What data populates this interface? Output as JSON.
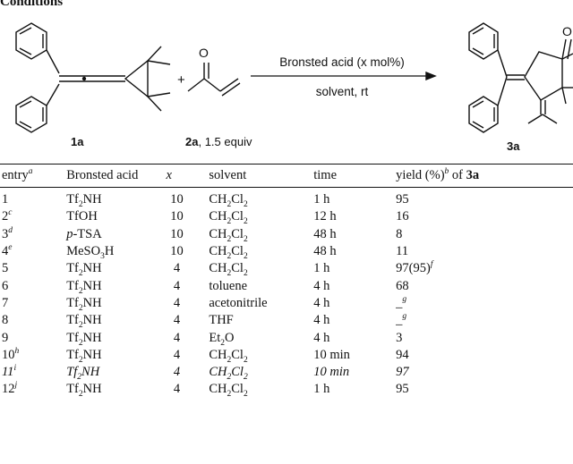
{
  "title": "Conditions",
  "scheme": {
    "reactant1_label": "1a",
    "reactant2_label": "2a",
    "reactant2_equiv": ", 1.5 equiv",
    "product_label": "3a",
    "plus": "+",
    "o_atom": "O",
    "conditions_top": "Bronsted acid (x mol%)",
    "conditions_bottom": "solvent, rt"
  },
  "table": {
    "headers": {
      "entry": "entry",
      "entry_sup": "a",
      "acid": "Bronsted acid",
      "x": "x",
      "solvent": "solvent",
      "time": "time",
      "yield": "yield (%)",
      "yield_sup": "b",
      "yield_of": " of ",
      "yield_compound": "3a"
    },
    "rows": [
      {
        "entry": "1",
        "entry_sup": "",
        "acid": "Tf",
        "acid_sub": "2",
        "acid_tail": "NH",
        "x": "10",
        "solvent": "CH",
        "solvent_sub": "2",
        "solvent_mid": "Cl",
        "solvent_sub2": "2",
        "time": "1 h",
        "yield": "95",
        "yield_sup": ""
      },
      {
        "entry": "2",
        "entry_sup": "c",
        "acid": "TfOH",
        "acid_sub": "",
        "acid_tail": "",
        "x": "10",
        "solvent": "CH",
        "solvent_sub": "2",
        "solvent_mid": "Cl",
        "solvent_sub2": "2",
        "time": "12 h",
        "yield": "16",
        "yield_sup": ""
      },
      {
        "entry": "3",
        "entry_sup": "d",
        "acid": "p",
        "acid_sub": "",
        "acid_tail": "-TSA",
        "x": "10",
        "solvent": "CH",
        "solvent_sub": "2",
        "solvent_mid": "Cl",
        "solvent_sub2": "2",
        "time": "48 h",
        "yield": "8",
        "yield_sup": ""
      },
      {
        "entry": "4",
        "entry_sup": "e",
        "acid": "MeSO",
        "acid_sub": "3",
        "acid_tail": "H",
        "x": "10",
        "solvent": "CH",
        "solvent_sub": "2",
        "solvent_mid": "Cl",
        "solvent_sub2": "2",
        "time": "48 h",
        "yield": "11",
        "yield_sup": ""
      },
      {
        "entry": "5",
        "entry_sup": "",
        "acid": "Tf",
        "acid_sub": "2",
        "acid_tail": "NH",
        "x": "4",
        "solvent": "CH",
        "solvent_sub": "2",
        "solvent_mid": "Cl",
        "solvent_sub2": "2",
        "time": "1 h",
        "yield": "97(95)",
        "yield_sup": "f"
      },
      {
        "entry": "6",
        "entry_sup": "",
        "acid": "Tf",
        "acid_sub": "2",
        "acid_tail": "NH",
        "x": "4",
        "solvent": "toluene",
        "solvent_sub": "",
        "solvent_mid": "",
        "solvent_sub2": "",
        "time": "4 h",
        "yield": "68",
        "yield_sup": ""
      },
      {
        "entry": "7",
        "entry_sup": "",
        "acid": "Tf",
        "acid_sub": "2",
        "acid_tail": "NH",
        "x": "4",
        "solvent": "acetonitrile",
        "solvent_sub": "",
        "solvent_mid": "",
        "solvent_sub2": "",
        "time": "4 h",
        "yield": "_",
        "yield_sup": "g"
      },
      {
        "entry": "8",
        "entry_sup": "",
        "acid": "Tf",
        "acid_sub": "2",
        "acid_tail": "NH",
        "x": "4",
        "solvent": "THF",
        "solvent_sub": "",
        "solvent_mid": "",
        "solvent_sub2": "",
        "time": "4 h",
        "yield": "_",
        "yield_sup": "g"
      },
      {
        "entry": "9",
        "entry_sup": "",
        "acid": "Tf",
        "acid_sub": "2",
        "acid_tail": "NH",
        "x": "4",
        "solvent": "Et",
        "solvent_sub": "2",
        "solvent_mid": "O",
        "solvent_sub2": "",
        "time": "4 h",
        "yield": "3",
        "yield_sup": ""
      },
      {
        "entry": "10",
        "entry_sup": "h",
        "acid": "Tf",
        "acid_sub": "2",
        "acid_tail": "NH",
        "x": "4",
        "solvent": "CH",
        "solvent_sub": "2",
        "solvent_mid": "Cl",
        "solvent_sub2": "2",
        "time": "10 min",
        "yield": "94",
        "yield_sup": ""
      },
      {
        "entry": "11",
        "entry_sup": "i",
        "acid": "Tf",
        "acid_sub": "2",
        "acid_tail": "NH",
        "x": "4",
        "solvent": "CH",
        "solvent_sub": "2",
        "solvent_mid": "Cl",
        "solvent_sub2": "2",
        "time": "10 min",
        "yield": "97",
        "yield_sup": ""
      },
      {
        "entry": "12",
        "entry_sup": "j",
        "acid": "Tf",
        "acid_sub": "2",
        "acid_tail": "NH",
        "x": "4",
        "solvent": "CH",
        "solvent_sub": "2",
        "solvent_mid": "Cl",
        "solvent_sub2": "2",
        "time": "1 h",
        "yield": "95",
        "yield_sup": ""
      }
    ]
  }
}
